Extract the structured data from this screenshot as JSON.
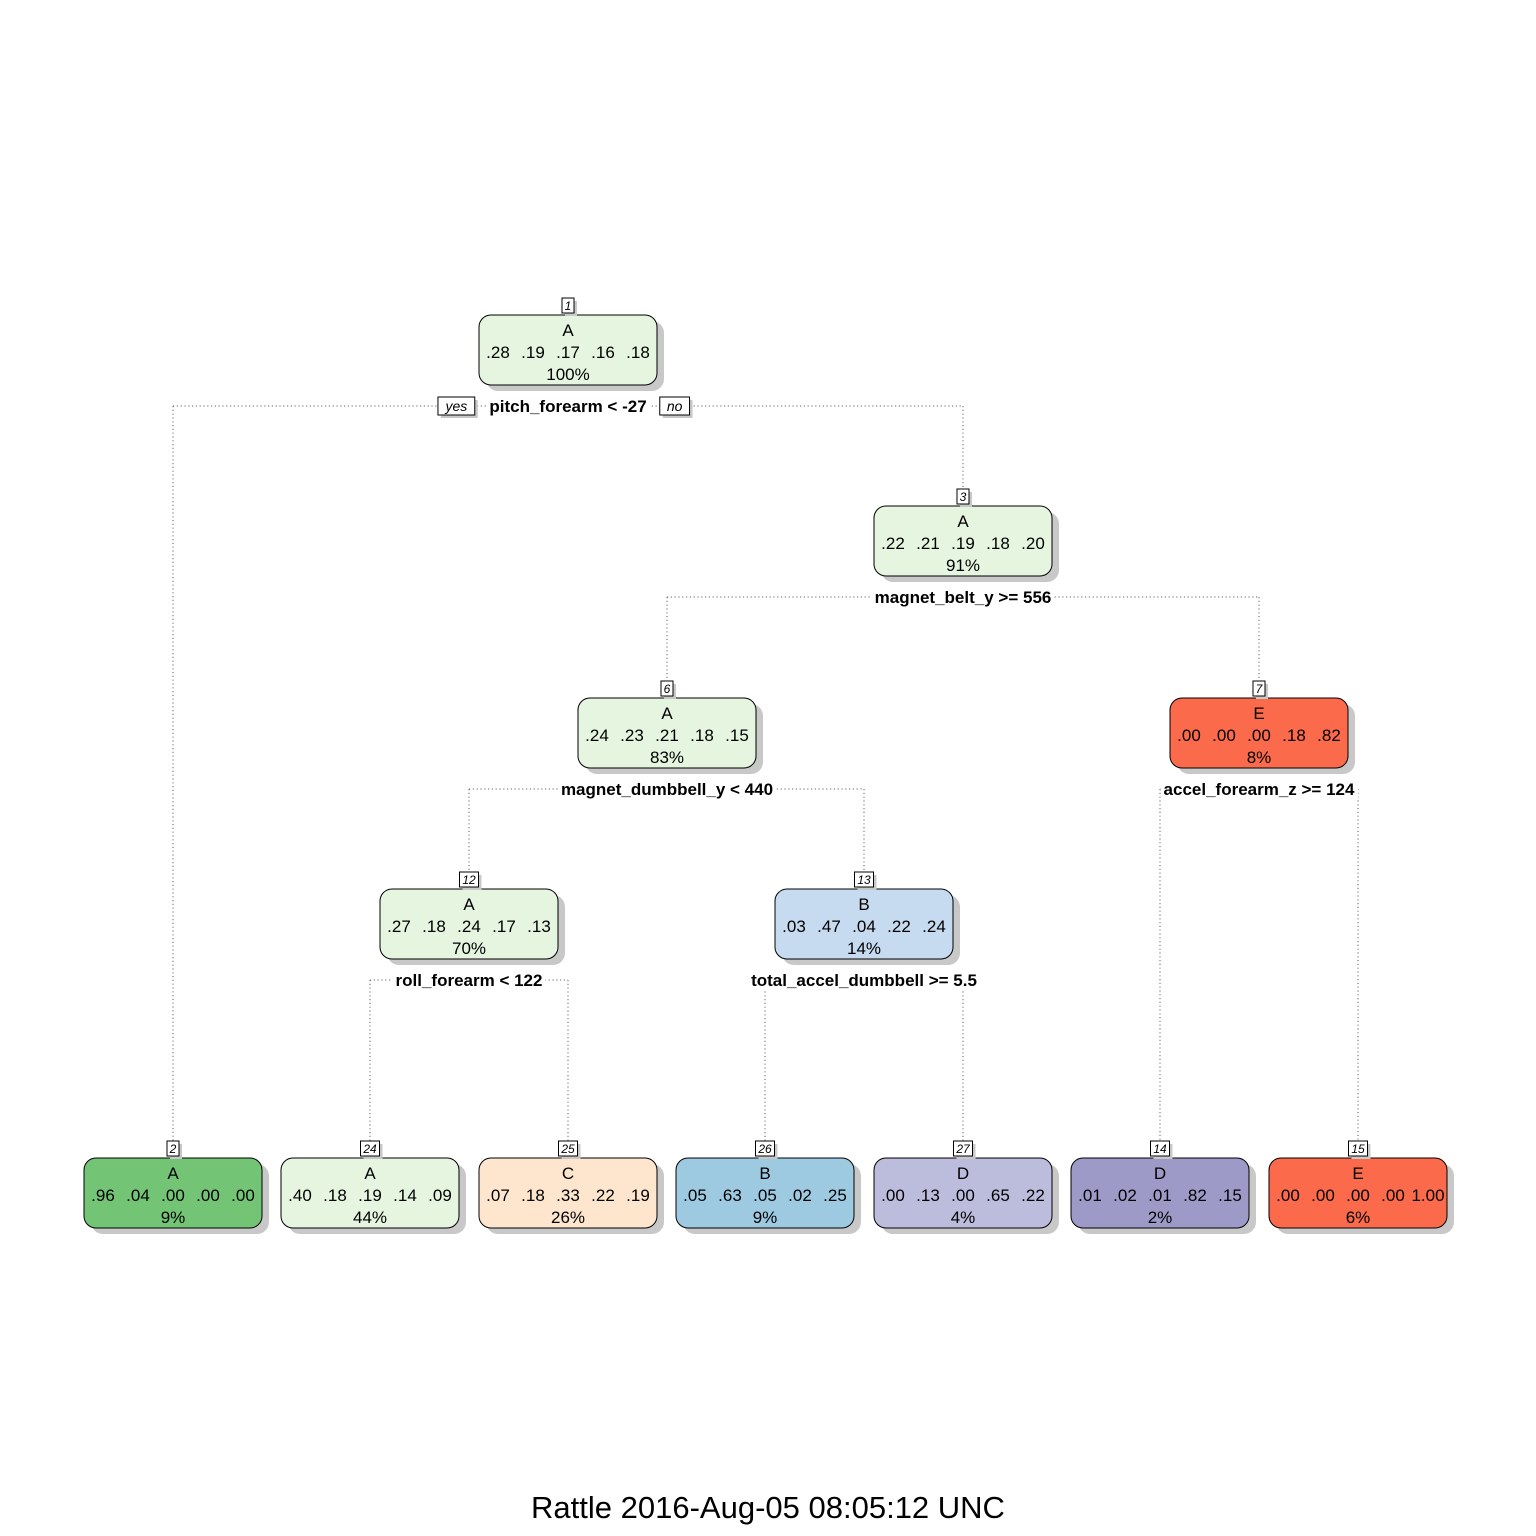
{
  "caption": "Rattle 2016-Aug-05 08:05:12 UNC",
  "branch_labels": {
    "yes": "yes",
    "no": "no"
  },
  "colors": {
    "A_light": "#E5F5E0",
    "A_dark": "#74C476",
    "B_light": "#C6DBEF",
    "B_mid": "#9ECAE1",
    "C": "#FEE6CE",
    "D_light": "#BCBDDC",
    "D_dark": "#9E9AC8",
    "E": "#FB6A4A",
    "connector": "#666666",
    "shadow": "#C8C8C8"
  },
  "nodes": [
    {
      "id": "1",
      "class": "A",
      "probs": [
        ".28",
        ".19",
        ".17",
        ".16",
        ".18"
      ],
      "pct": "100%",
      "color": "#E5F5E0",
      "split": "pitch_forearm < -27",
      "yes": "2",
      "no": "3"
    },
    {
      "id": "3",
      "class": "A",
      "probs": [
        ".22",
        ".21",
        ".19",
        ".18",
        ".20"
      ],
      "pct": "91%",
      "color": "#E5F5E0",
      "split": "magnet_belt_y >= 556",
      "yes": "6",
      "no": "7"
    },
    {
      "id": "6",
      "class": "A",
      "probs": [
        ".24",
        ".23",
        ".21",
        ".18",
        ".15"
      ],
      "pct": "83%",
      "color": "#E5F5E0",
      "split": "magnet_dumbbell_y < 440",
      "yes": "12",
      "no": "13"
    },
    {
      "id": "7",
      "class": "E",
      "probs": [
        ".00",
        ".00",
        ".00",
        ".18",
        ".82"
      ],
      "pct": "8%",
      "color": "#FB6A4A",
      "split": "accel_forearm_z >= 124",
      "yes": "14",
      "no": "15"
    },
    {
      "id": "12",
      "class": "A",
      "probs": [
        ".27",
        ".18",
        ".24",
        ".17",
        ".13"
      ],
      "pct": "70%",
      "color": "#E5F5E0",
      "split": "roll_forearm < 122",
      "yes": "24",
      "no": "25"
    },
    {
      "id": "13",
      "class": "B",
      "probs": [
        ".03",
        ".47",
        ".04",
        ".22",
        ".24"
      ],
      "pct": "14%",
      "color": "#C6DBEF",
      "split": "total_accel_dumbbell >= 5.5",
      "yes": "26",
      "no": "27"
    },
    {
      "id": "2",
      "class": "A",
      "probs": [
        ".96",
        ".04",
        ".00",
        ".00",
        ".00"
      ],
      "pct": "9%",
      "color": "#74C476"
    },
    {
      "id": "24",
      "class": "A",
      "probs": [
        ".40",
        ".18",
        ".19",
        ".14",
        ".09"
      ],
      "pct": "44%",
      "color": "#E5F5E0"
    },
    {
      "id": "25",
      "class": "C",
      "probs": [
        ".07",
        ".18",
        ".33",
        ".22",
        ".19"
      ],
      "pct": "26%",
      "color": "#FEE6CE"
    },
    {
      "id": "26",
      "class": "B",
      "probs": [
        ".05",
        ".63",
        ".05",
        ".02",
        ".25"
      ],
      "pct": "9%",
      "color": "#9ECAE1"
    },
    {
      "id": "27",
      "class": "D",
      "probs": [
        ".00",
        ".13",
        ".00",
        ".65",
        ".22"
      ],
      "pct": "4%",
      "color": "#BCBDDC"
    },
    {
      "id": "14",
      "class": "D",
      "probs": [
        ".01",
        ".02",
        ".01",
        ".82",
        ".15"
      ],
      "pct": "2%",
      "color": "#9E9AC8"
    },
    {
      "id": "15",
      "class": "E",
      "probs": [
        ".00",
        ".00",
        ".00",
        ".00",
        "1.00"
      ],
      "pct": "6%",
      "color": "#FB6A4A"
    }
  ]
}
